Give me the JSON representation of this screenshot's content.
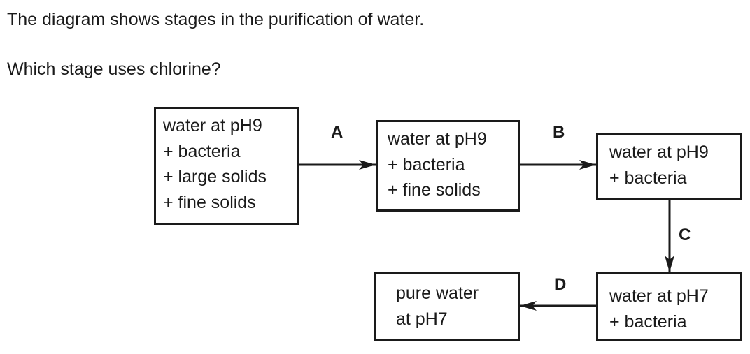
{
  "question": {
    "intro": "The diagram shows stages in the purification of water.",
    "prompt": "Which stage uses chlorine?"
  },
  "diagram": {
    "boxes": [
      {
        "lines": [
          "water at pH9",
          "+ bacteria",
          "+ large solids",
          "+ fine solids"
        ]
      },
      {
        "lines": [
          "water at pH9",
          "+ bacteria",
          "+ fine solids"
        ]
      },
      {
        "lines": [
          "water at pH9",
          "+ bacteria"
        ]
      },
      {
        "lines": [
          "water at pH7",
          "+ bacteria"
        ]
      },
      {
        "lines": [
          "pure water",
          "at pH7"
        ]
      }
    ],
    "stages": [
      "A",
      "B",
      "C",
      "D"
    ],
    "colors": {
      "ink": "#1a1a1a",
      "background": "#ffffff"
    }
  }
}
